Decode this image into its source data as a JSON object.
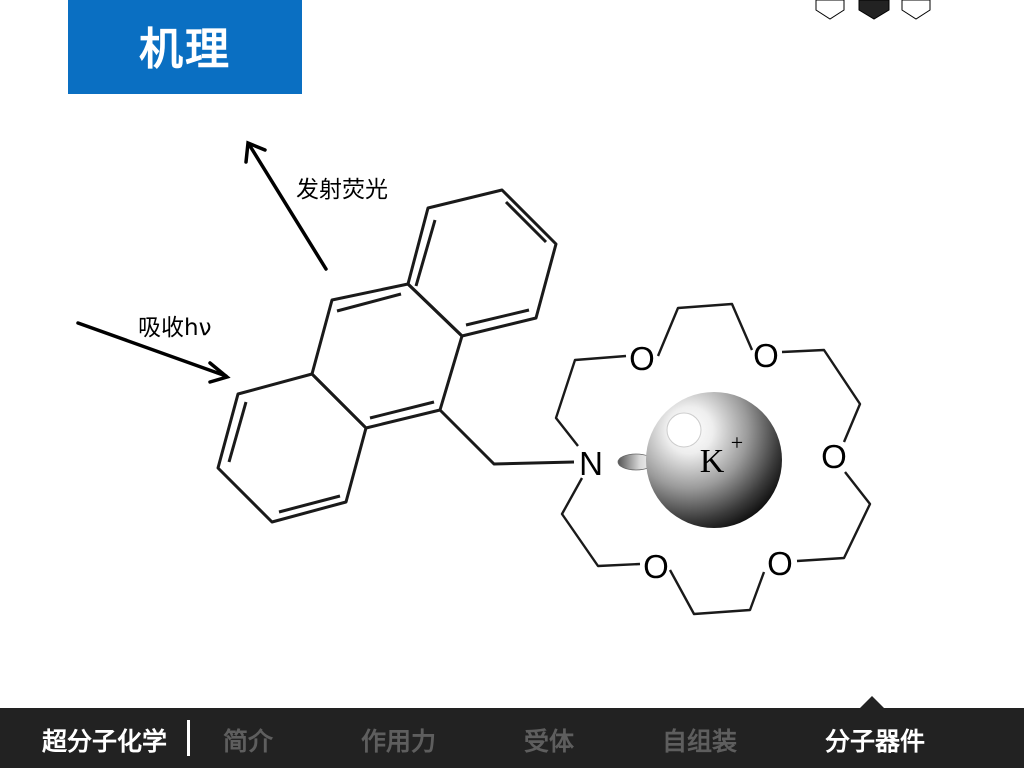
{
  "slide": {
    "title": "机理"
  },
  "diagram": {
    "labels": {
      "emit": "发射荧光",
      "absorb": "吸收hν"
    },
    "atoms": {
      "nitrogen": "N",
      "oxygen": "O",
      "ion": "K",
      "charge": "+"
    }
  },
  "footer": {
    "brand": "超分子化学",
    "nav": [
      {
        "label": "简介"
      },
      {
        "label": "作用力"
      },
      {
        "label": "受体"
      },
      {
        "label": "自组装"
      },
      {
        "label": "分子器件"
      }
    ],
    "active_index": 4
  },
  "pager": {
    "total": 3,
    "current": 2
  },
  "colors": {
    "title_bg": "#0a6fc2",
    "footer_bg": "#222222",
    "nav_inactive": "#5e5e5e",
    "nav_active": "#ffffff"
  }
}
